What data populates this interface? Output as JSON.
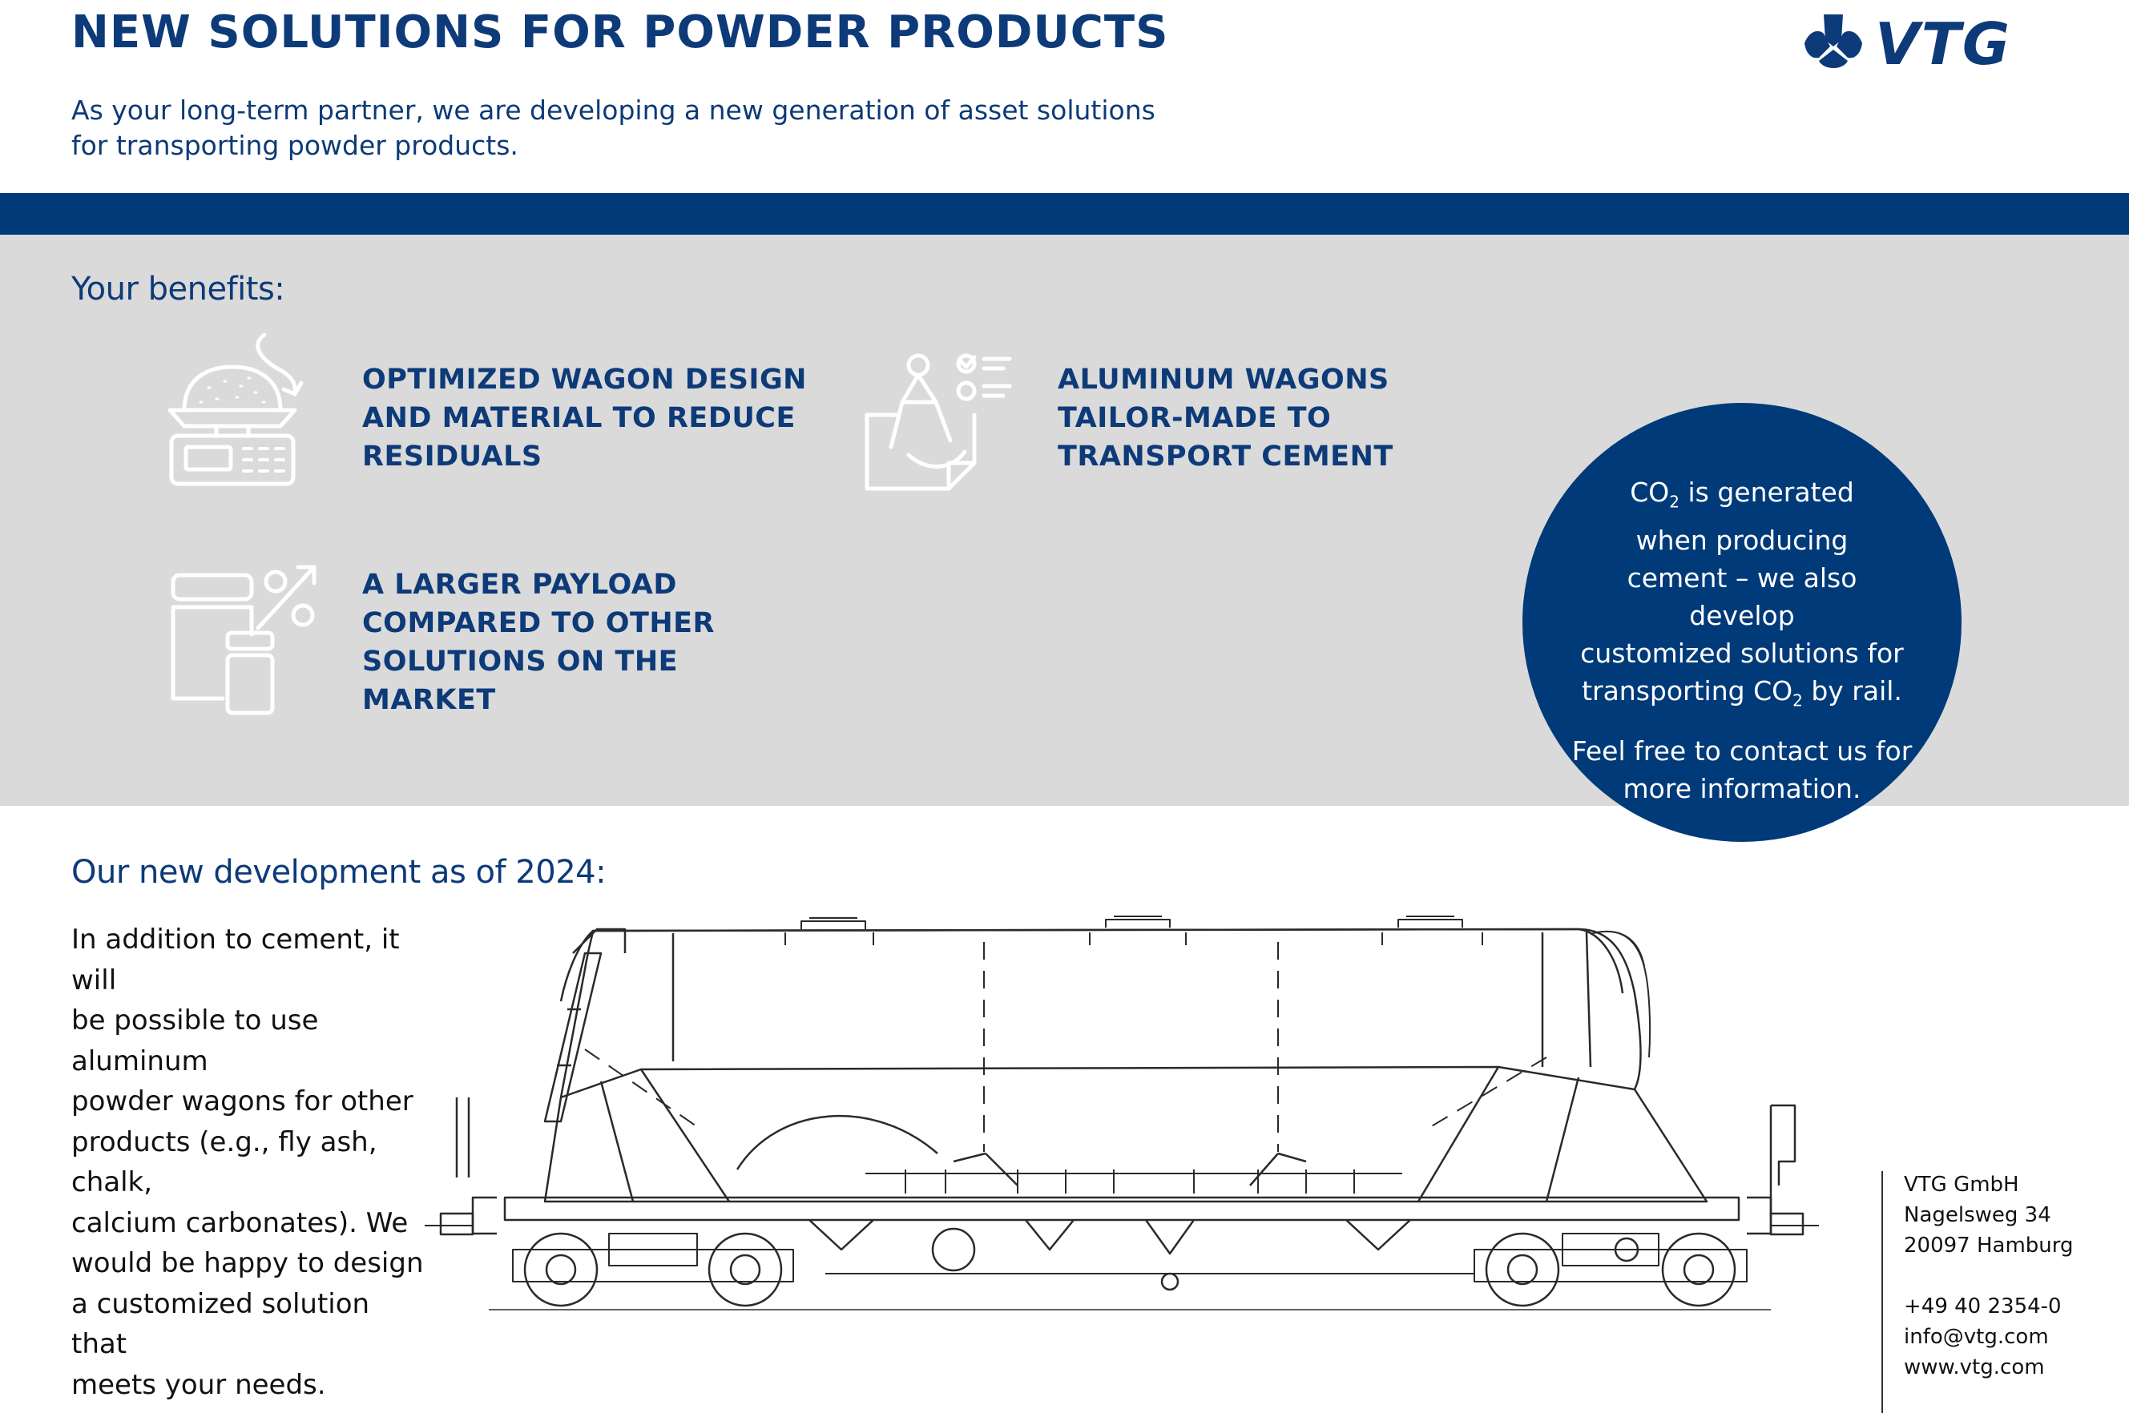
{
  "header": {
    "title": "NEW SOLUTIONS FOR POWDER PRODUCTS",
    "intro_line1": "As your long-term partner, we are developing a new generation of asset solutions",
    "intro_line2": "for transporting powder products.",
    "logo_text": "VTG"
  },
  "colors": {
    "brand_blue": "#003a78",
    "grey_panel": "#dadada",
    "text_dark": "#111111"
  },
  "benefits": {
    "heading": "Your benefits:",
    "items": [
      {
        "icon": "scale-powder-icon",
        "lines": [
          "OPTIMIZED WAGON DESIGN",
          "AND MATERIAL TO REDUCE",
          "RESIDUALS"
        ]
      },
      {
        "icon": "compass-drawing-icon",
        "lines": [
          "ALUMINUM WAGONS",
          "TAILOR-MADE TO",
          "TRANSPORT CEMENT"
        ]
      },
      {
        "icon": "weights-percent-icon",
        "lines": [
          "A LARGER PAYLOAD",
          "COMPARED TO OTHER",
          "SOLUTIONS ON THE",
          "MARKET"
        ]
      }
    ]
  },
  "co2_circle": {
    "co": "CO",
    "sub": "2",
    "p1_a": " is generated",
    "p1_b": "when producing",
    "p1_c": "cement – we also develop",
    "p1_d": "customized solutions for",
    "p1_e": "transporting CO",
    "p1_f": " by rail.",
    "p2_a": "Feel free to contact us for",
    "p2_b": "more information."
  },
  "development": {
    "heading": "Our new development as of 2024:",
    "lines": [
      "In addition to cement, it will",
      "be possible to use aluminum",
      "powder wagons for other",
      "products (e.g., fly ash, chalk,",
      "calcium carbonates). We",
      "would be happy to design",
      "a customized solution that",
      "meets your needs."
    ],
    "drawing": "powder-wagon-drawing"
  },
  "contact": {
    "company": "VTG GmbH",
    "street": "Nagelsweg 34",
    "city": "20097 Hamburg",
    "phone": "+49 40 2354-0",
    "email": "info@vtg.com",
    "web": "www.vtg.com"
  }
}
